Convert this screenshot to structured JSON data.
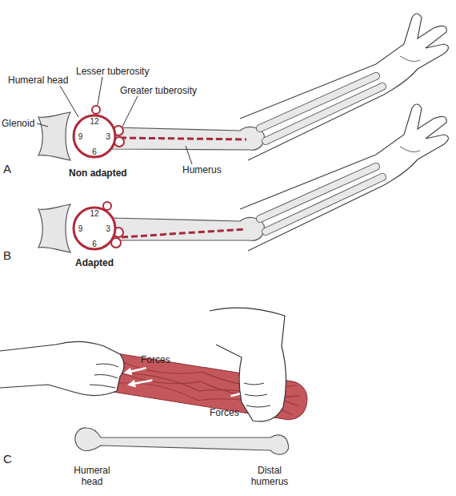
{
  "diagram": {
    "nodes": [
      {
        "text": [
          "12",
          "9",
          "3",
          "6"
        ]
      },
      {
        "text": [
          "12",
          "9",
          "3",
          "6"
        ]
      }
    ],
    "labels": [
      "Lesser tuberosity",
      "Humeral head",
      "Greater tuberosity",
      "Glenoid",
      "Humerus",
      "A",
      "Non adapted",
      "B",
      "Adapted",
      "Forces",
      "Forces",
      "C",
      "Humeral head",
      "Distal humerus"
    ]
  }
}
